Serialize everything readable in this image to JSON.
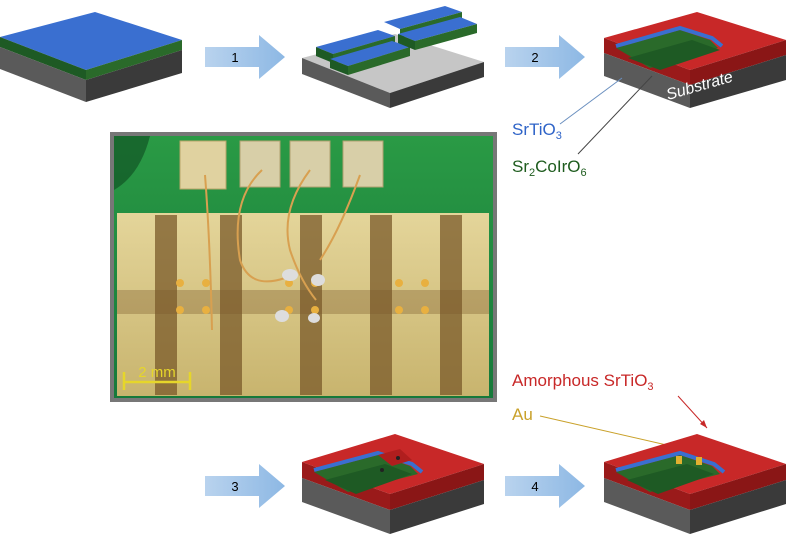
{
  "steps": [
    {
      "number": "1"
    },
    {
      "number": "2"
    },
    {
      "number": "3"
    },
    {
      "number": "4"
    }
  ],
  "labels": {
    "substrate": "Substrate",
    "srtio3_base": "SrTiO",
    "srtio3_sub": "3",
    "sr2coiro6_a": "Sr",
    "sr2coiro6_sub1": "2",
    "sr2coiro6_b": "CoIrO",
    "sr2coiro6_sub2": "6",
    "amorphous_base": "Amorphous SrTiO",
    "amorphous_sub": "3",
    "au": "Au",
    "scale_bar": "2 mm"
  },
  "colors": {
    "srtio3_blue": "#2f64c8",
    "sr2coiro6_green": "#1e5c1e",
    "amorphous_red": "#c82828",
    "substrate_gray": "#4a4a4a",
    "au_gold": "#c9a12a",
    "arrow_blue": "#9cc3e6"
  }
}
